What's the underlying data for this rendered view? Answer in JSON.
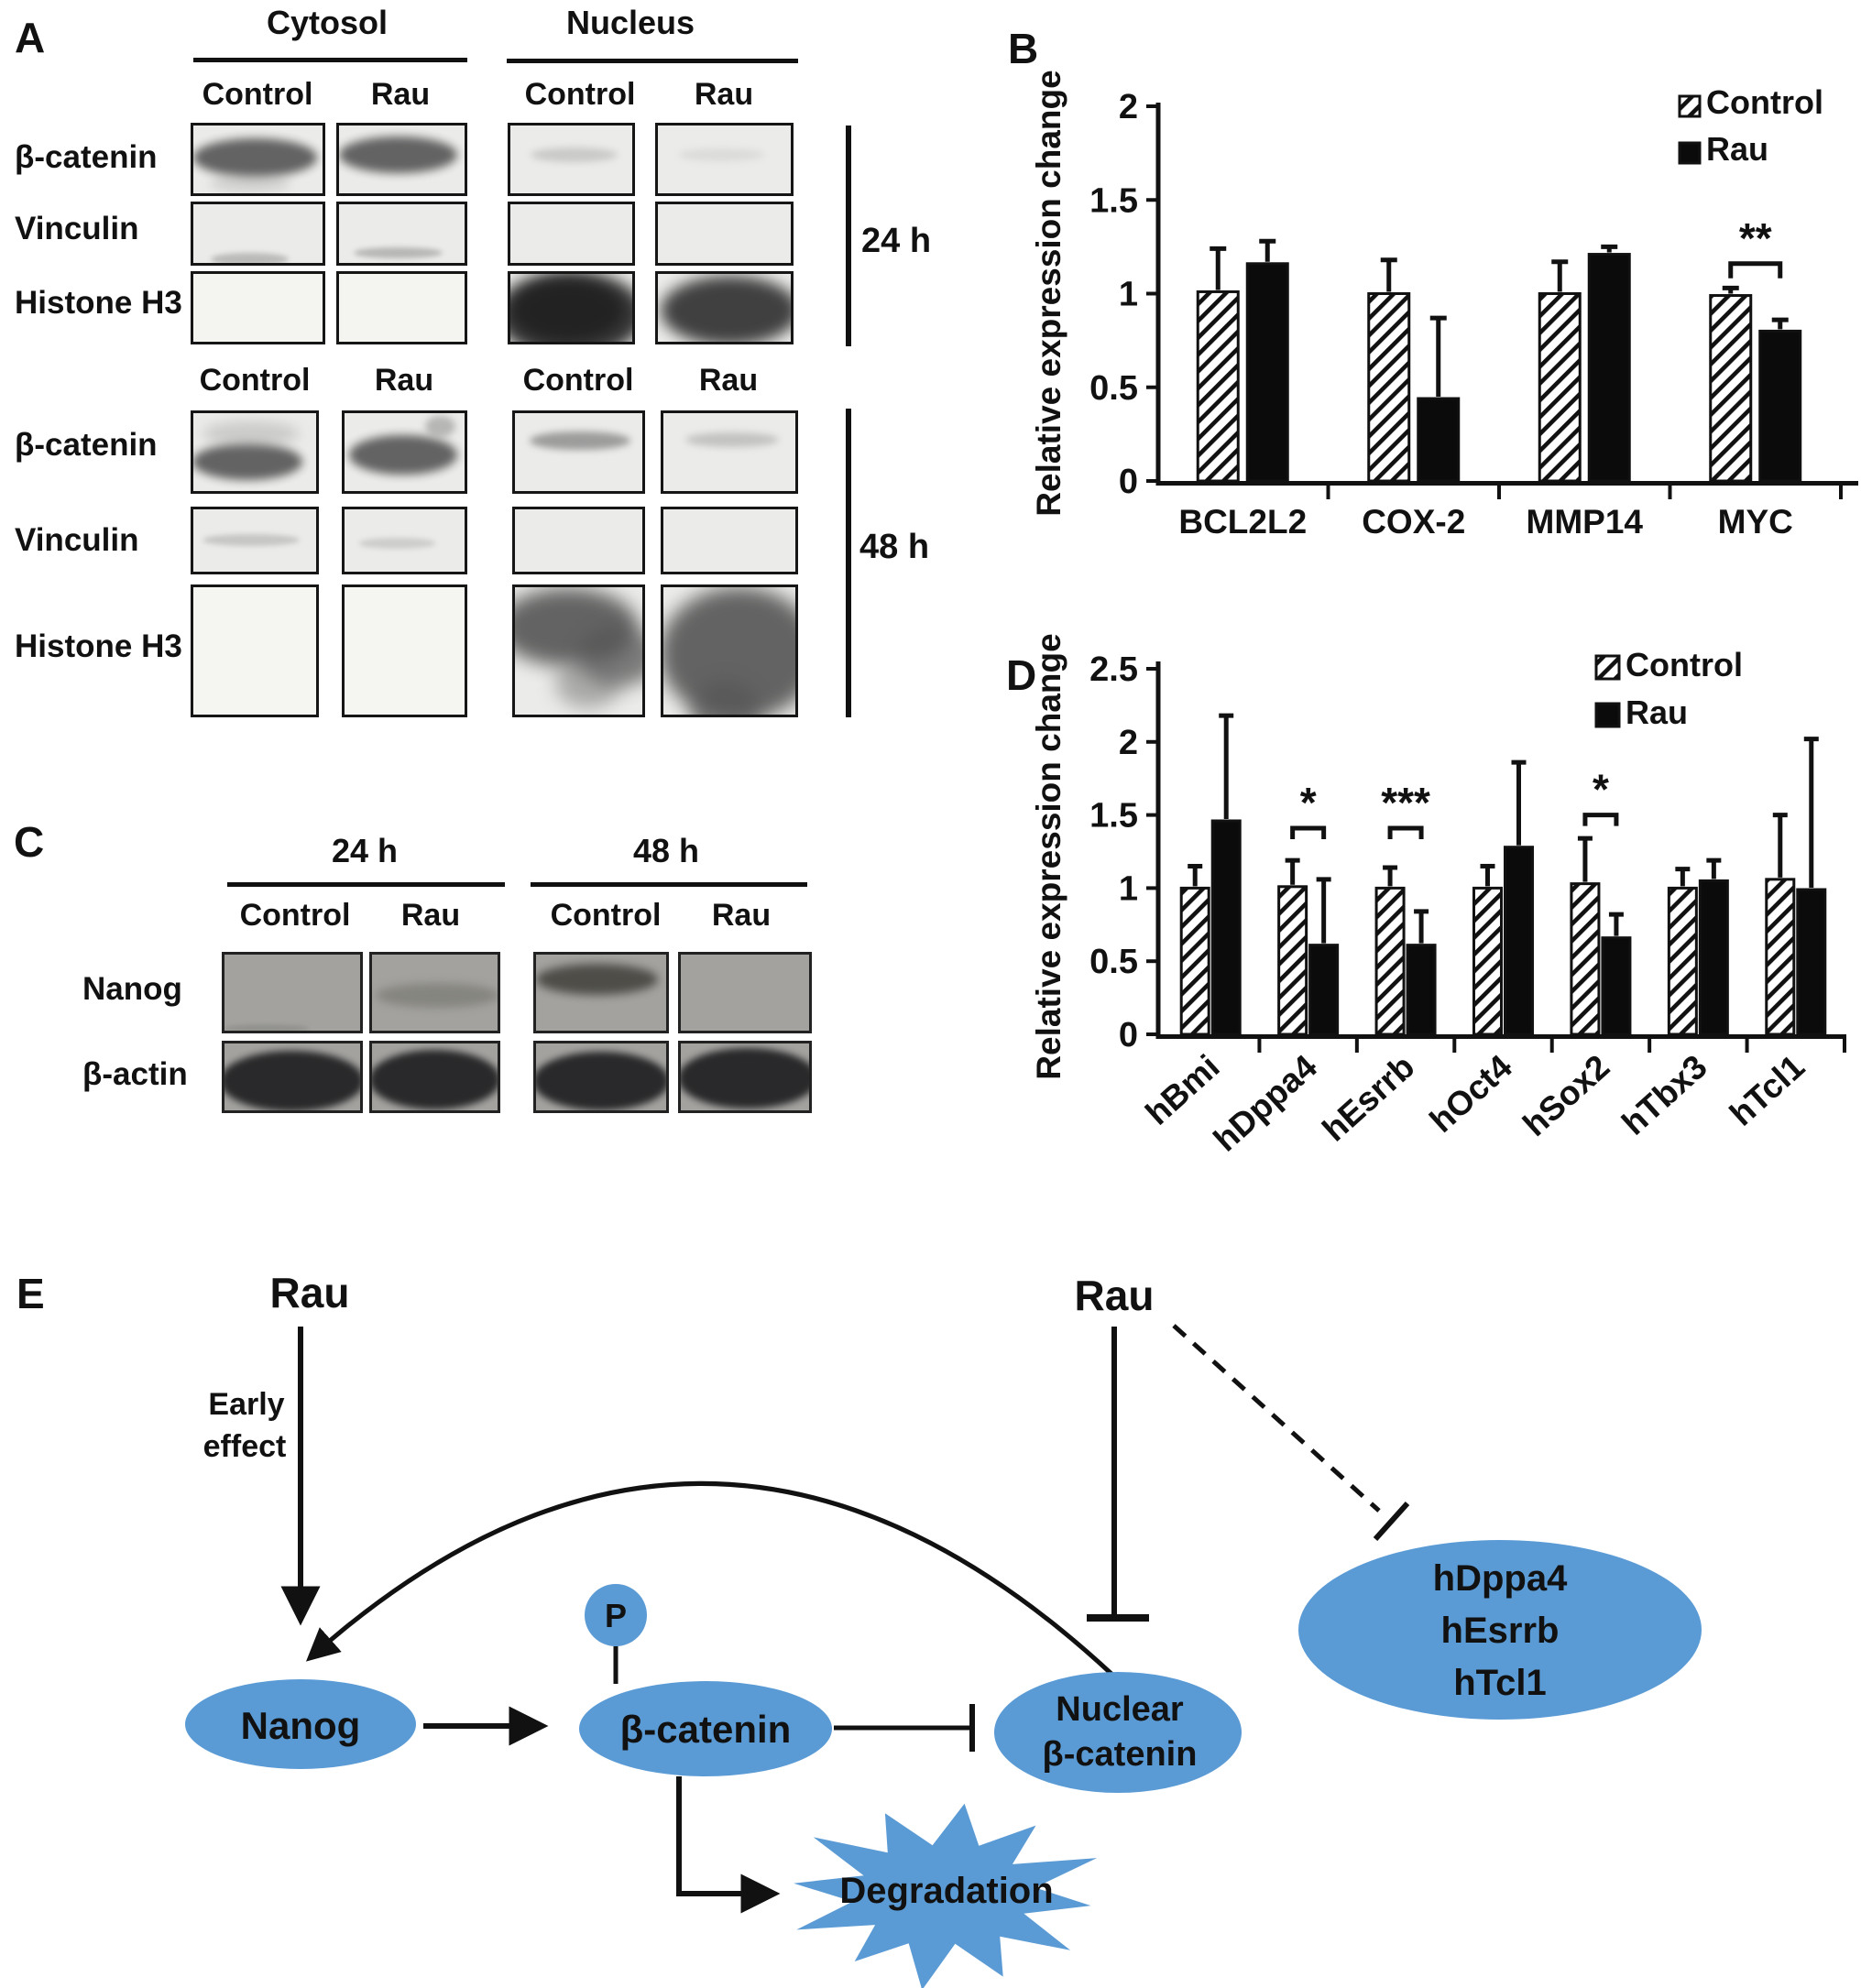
{
  "colors": {
    "blue": "#5b9bd5",
    "ink": "#111111"
  },
  "panel_a": {
    "label": "A",
    "fraction_headers": [
      "Cytosol",
      "Nucleus"
    ],
    "blocks": [
      {
        "time": "24 h",
        "lanes": [
          "Control",
          "Rau",
          "Control",
          "Rau"
        ],
        "rows": [
          {
            "protein": "β-catenin",
            "bands": [
              {
                "lane": 0,
                "cx": 0.46,
                "cy": 0.44,
                "w": 0.92,
                "h": 0.52,
                "color": "#5c5c5c",
                "opacity": 0.95,
                "blur": 5
              },
              {
                "lane": 0,
                "cx": 0.42,
                "cy": 0.78,
                "w": 0.6,
                "h": 0.24,
                "color": "#8a8a8a",
                "opacity": 0.3,
                "blur": 6
              },
              {
                "lane": 1,
                "cx": 0.45,
                "cy": 0.4,
                "w": 0.9,
                "h": 0.5,
                "color": "#5c5c5c",
                "opacity": 0.95,
                "blur": 5
              },
              {
                "lane": 2,
                "cx": 0.5,
                "cy": 0.4,
                "w": 0.68,
                "h": 0.2,
                "color": "#7d7d7d",
                "opacity": 0.3,
                "blur": 4
              },
              {
                "lane": 3,
                "cx": 0.46,
                "cy": 0.4,
                "w": 0.62,
                "h": 0.17,
                "color": "#8d8d8d",
                "opacity": 0.17,
                "blur": 4
              }
            ]
          },
          {
            "protein": "Vinculin",
            "bands": [
              {
                "lane": 0,
                "cx": 0.42,
                "cy": 0.85,
                "w": 0.58,
                "h": 0.2,
                "color": "#787878",
                "opacity": 0.42,
                "blur": 3
              },
              {
                "lane": 1,
                "cx": 0.45,
                "cy": 0.76,
                "w": 0.68,
                "h": 0.18,
                "color": "#787878",
                "opacity": 0.45,
                "blur": 3
              }
            ]
          },
          {
            "protein": "Histone H3",
            "bands": [
              {
                "lane": 2,
                "cx": 0.47,
                "cy": 0.55,
                "w": 1.16,
                "h": 1.2,
                "color": "#2b2b2b",
                "opacity": 0.95,
                "blur": 8
              },
              {
                "lane": 2,
                "cx": 0.45,
                "cy": 0.5,
                "w": 0.85,
                "h": 0.8,
                "color": "#202020",
                "opacity": 0.85,
                "blur": 6
              },
              {
                "lane": 3,
                "cx": 0.52,
                "cy": 0.5,
                "w": 1.0,
                "h": 0.95,
                "color": "#323232",
                "opacity": 0.92,
                "blur": 8
              }
            ]
          }
        ]
      },
      {
        "time": "48 h",
        "lanes": [
          "Control",
          "Rau",
          "Control",
          "Rau"
        ],
        "rows": [
          {
            "protein": "β-catenin",
            "bands": [
              {
                "lane": 0,
                "cx": 0.42,
                "cy": 0.58,
                "w": 0.86,
                "h": 0.44,
                "color": "#5c5c5c",
                "opacity": 0.95,
                "blur": 5
              },
              {
                "lane": 0,
                "cx": 0.45,
                "cy": 0.25,
                "w": 0.76,
                "h": 0.3,
                "color": "#9a9a9a",
                "opacity": 0.4,
                "blur": 7
              },
              {
                "lane": 1,
                "cx": 0.47,
                "cy": 0.5,
                "w": 0.86,
                "h": 0.48,
                "color": "#5c5c5c",
                "opacity": 0.95,
                "blur": 5
              },
              {
                "lane": 1,
                "cx": 0.76,
                "cy": 0.16,
                "w": 0.24,
                "h": 0.26,
                "color": "#828282",
                "opacity": 0.5,
                "blur": 4
              },
              {
                "lane": 2,
                "cx": 0.49,
                "cy": 0.33,
                "w": 0.76,
                "h": 0.23,
                "color": "#686868",
                "opacity": 0.6,
                "blur": 4
              },
              {
                "lane": 3,
                "cx": 0.5,
                "cy": 0.32,
                "w": 0.68,
                "h": 0.18,
                "color": "#787878",
                "opacity": 0.35,
                "blur": 4
              }
            ]
          },
          {
            "protein": "Vinculin",
            "bands": [
              {
                "lane": 0,
                "cx": 0.45,
                "cy": 0.45,
                "w": 0.76,
                "h": 0.18,
                "color": "#828282",
                "opacity": 0.35,
                "blur": 3
              },
              {
                "lane": 1,
                "cx": 0.42,
                "cy": 0.5,
                "w": 0.6,
                "h": 0.15,
                "color": "#888888",
                "opacity": 0.3,
                "blur": 3
              }
            ]
          },
          {
            "protein": "Histone H3",
            "bands": [
              {
                "lane": 2,
                "cx": 0.4,
                "cy": 0.3,
                "w": 1.05,
                "h": 0.58,
                "color": "#4c4c4c",
                "opacity": 0.85,
                "blur": 10
              },
              {
                "lane": 2,
                "cx": 0.78,
                "cy": 0.52,
                "w": 0.6,
                "h": 0.45,
                "color": "#555555",
                "opacity": 0.75,
                "blur": 10
              },
              {
                "lane": 2,
                "cx": 0.55,
                "cy": 0.72,
                "w": 0.5,
                "h": 0.38,
                "color": "#6a6a6a",
                "opacity": 0.5,
                "blur": 10
              },
              {
                "lane": 3,
                "cx": 0.55,
                "cy": 0.5,
                "w": 1.15,
                "h": 1.0,
                "color": "#4c4c4c",
                "opacity": 0.85,
                "blur": 10
              },
              {
                "lane": 3,
                "cx": 0.45,
                "cy": 0.95,
                "w": 0.5,
                "h": 0.5,
                "color": "#555555",
                "opacity": 0.7,
                "blur": 10
              }
            ]
          }
        ]
      }
    ]
  },
  "panel_c": {
    "label": "C",
    "time_headers": [
      "24 h",
      "48 h"
    ],
    "lanes": [
      "Control",
      "Rau",
      "Control",
      "Rau"
    ],
    "rows": [
      {
        "protein": "Nanog",
        "bands": [
          {
            "lane": 0,
            "cx": 0.3,
            "cy": 0.9,
            "w": 0.6,
            "h": 0.1,
            "color": "#7a7a76",
            "opacity": 0.4,
            "blur": 2
          },
          {
            "lane": 1,
            "cx": 0.5,
            "cy": 0.5,
            "w": 0.95,
            "h": 0.3,
            "color": "#6e6e66",
            "opacity": 0.55,
            "blur": 5
          },
          {
            "lane": 2,
            "cx": 0.45,
            "cy": 0.3,
            "w": 0.9,
            "h": 0.38,
            "color": "#403f3a",
            "opacity": 0.85,
            "blur": 5
          }
        ]
      },
      {
        "protein": "β-actin",
        "bands": [
          {
            "lane": 0,
            "cx": 0.48,
            "cy": 0.52,
            "w": 1.02,
            "h": 0.84,
            "color": "#232325",
            "opacity": 0.95,
            "blur": 4
          },
          {
            "lane": 1,
            "cx": 0.48,
            "cy": 0.5,
            "w": 1.0,
            "h": 0.82,
            "color": "#232325",
            "opacity": 0.95,
            "blur": 4
          },
          {
            "lane": 2,
            "cx": 0.48,
            "cy": 0.52,
            "w": 1.0,
            "h": 0.8,
            "color": "#232325",
            "opacity": 0.95,
            "blur": 4
          },
          {
            "lane": 3,
            "cx": 0.5,
            "cy": 0.48,
            "w": 1.04,
            "h": 0.84,
            "color": "#232325",
            "opacity": 0.95,
            "blur": 4
          }
        ]
      }
    ]
  },
  "chart_data": [
    {
      "panel": "B",
      "type": "bar",
      "title": "",
      "xlabel": "",
      "ylabel": "Relative expression change",
      "ylim": [
        0,
        2
      ],
      "yticks": [
        "0",
        "0.5",
        "1",
        "1.5",
        "2"
      ],
      "ytick_values": [
        0,
        0.5,
        1,
        1.5,
        2
      ],
      "grid": false,
      "legend_position": "top-right",
      "categories": [
        "BCL2L2",
        "COX-2",
        "MMP14",
        "MYC"
      ],
      "series": [
        {
          "name": "Control",
          "fill": "hatch",
          "values": [
            1.01,
            1.0,
            1.0,
            0.99
          ],
          "errors": [
            0.23,
            0.18,
            0.17,
            0.04
          ]
        },
        {
          "name": "Rau",
          "fill": "black",
          "values": [
            1.16,
            0.44,
            1.21,
            0.8
          ],
          "errors": [
            0.12,
            0.43,
            0.04,
            0.06
          ]
        }
      ],
      "significance": [
        {
          "category": "MYC",
          "stars": "**",
          "bracket_y": 1.16
        }
      ]
    },
    {
      "panel": "D",
      "type": "bar",
      "title": "",
      "xlabel": "",
      "ylabel": "Relative expression change",
      "ylim": [
        0,
        2.5
      ],
      "yticks": [
        "0",
        "0.5",
        "1",
        "1.5",
        "2",
        "2.5"
      ],
      "ytick_values": [
        0,
        0.5,
        1,
        1.5,
        2,
        2.5
      ],
      "grid": false,
      "legend_position": "top-right",
      "categories": [
        "hBmi",
        "hDppa4",
        "hEsrrb",
        "hOct4",
        "hSox2",
        "hTbx3",
        "hTcl1"
      ],
      "series": [
        {
          "name": "Control",
          "fill": "hatch",
          "values": [
            1.0,
            1.01,
            1.0,
            1.0,
            1.03,
            1.0,
            1.06
          ],
          "errors": [
            0.15,
            0.18,
            0.14,
            0.15,
            0.31,
            0.13,
            0.44
          ]
        },
        {
          "name": "Rau",
          "fill": "black",
          "values": [
            1.46,
            0.61,
            0.61,
            1.28,
            0.66,
            1.05,
            0.99
          ],
          "errors": [
            0.72,
            0.45,
            0.23,
            0.58,
            0.16,
            0.14,
            1.03
          ]
        }
      ],
      "significance": [
        {
          "category": "hDppa4",
          "stars": "*",
          "bracket_y": 1.41
        },
        {
          "category": "hEsrrb",
          "stars": "***",
          "bracket_y": 1.41
        },
        {
          "category": "hSox2",
          "stars": "*",
          "bracket_y": 1.5
        }
      ]
    }
  ],
  "panel_b": {
    "label": "B"
  },
  "panel_d": {
    "label": "D"
  },
  "panel_e": {
    "label": "E",
    "rau_left": "Rau",
    "rau_right": "Rau",
    "early_effect": [
      "Early",
      "effect"
    ],
    "nodes": {
      "nanog": "Nanog",
      "beta_catenin": "β-catenin",
      "phospho": "P",
      "nuclear": [
        "Nuclear",
        "β-catenin"
      ],
      "degradation": "Degradation",
      "targets": [
        "hDppa4",
        "hEsrrb",
        "hTcl1"
      ]
    }
  }
}
